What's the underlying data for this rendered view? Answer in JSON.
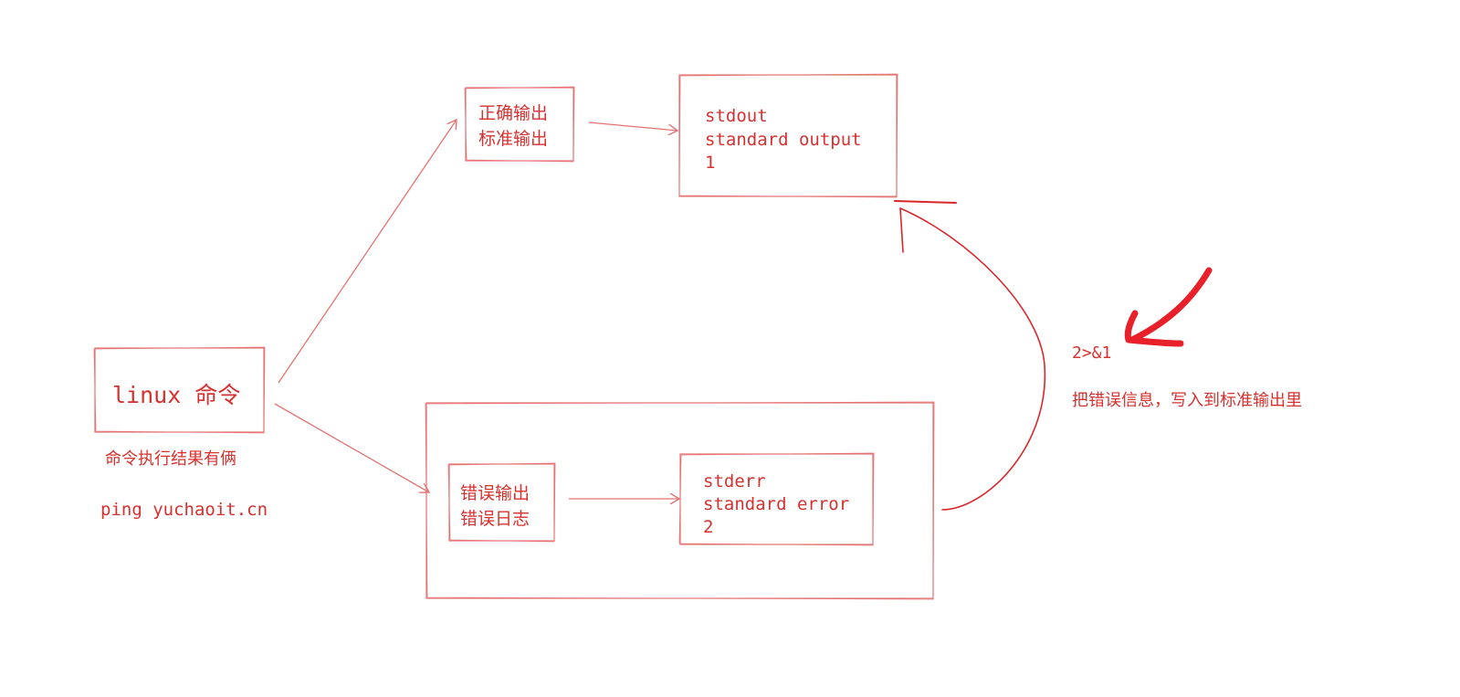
{
  "nodes": {
    "linux_command": {
      "label": "linux 命令"
    },
    "correct_output": {
      "lines": [
        "正确输出",
        "标准输出"
      ]
    },
    "stdout": {
      "lines": [
        "stdout",
        "standard output",
        "1"
      ]
    },
    "error_output": {
      "lines": [
        "错误输出",
        "错误日志"
      ]
    },
    "stderr": {
      "lines": [
        "stderr",
        "standard error",
        "2"
      ]
    }
  },
  "notes": {
    "results_note": "命令执行结果有俩",
    "example_command": "ping yuchaoit.cn",
    "redirect_symbol": "2>&1",
    "redirect_description": "把错误信息，写入到标准输出里"
  },
  "colors": {
    "stroke": "#e57373",
    "text": "#d6312f",
    "highlight_arrow": "#e8202a",
    "curve": "#d9262c"
  }
}
